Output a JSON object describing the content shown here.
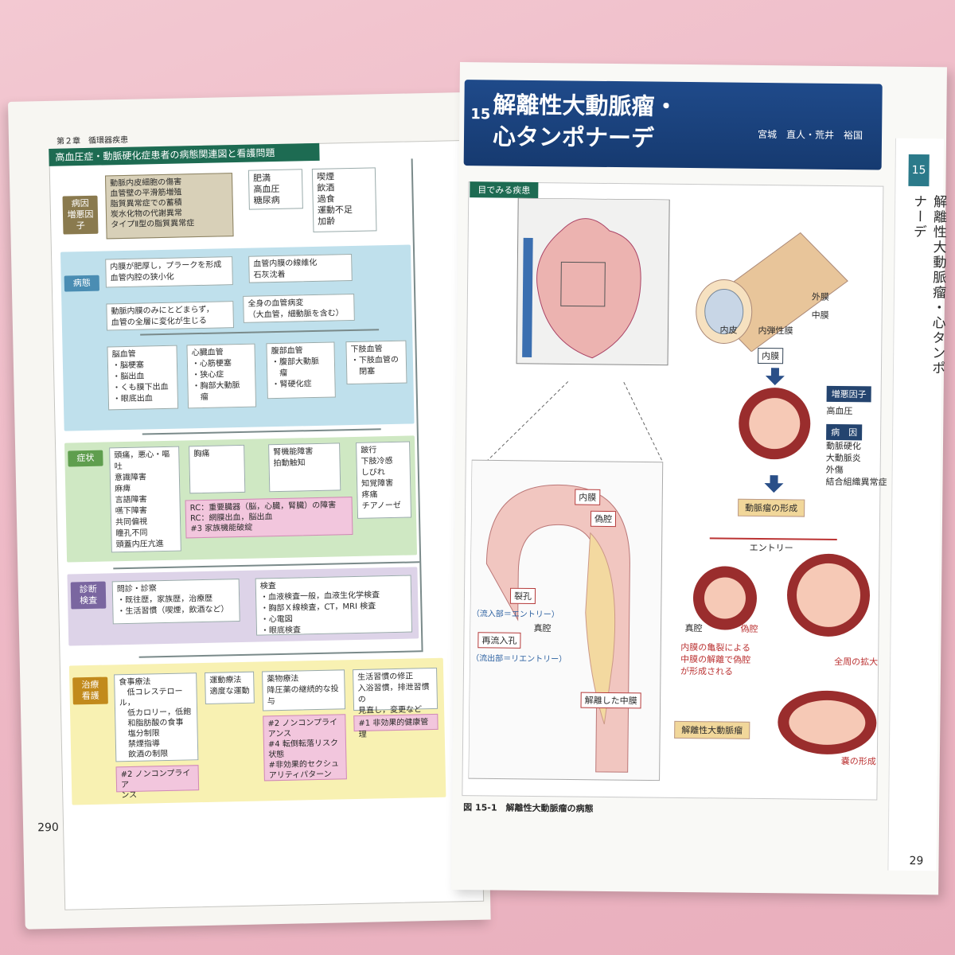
{
  "left_page": {
    "chapter": "第２章　循環器疾患",
    "title": "高血圧症・動脈硬化症患者の病態関連図と看護問題",
    "page_number": "290",
    "categories": {
      "cause": "病因\n増悪因子",
      "pathology": "病態",
      "symptoms": "症状",
      "diagnosis": "診断\n検査",
      "treatment": "治療\n看護"
    },
    "causes": {
      "box1": "動脈内皮細胞の傷害\n血管壁の平滑筋増殖\n脂質異常症での蓄積\n炭水化物の代謝異常\nタイプⅡ型の脂質異常症",
      "box2": "肥満\n高血圧\n糖尿病",
      "box3": "喫煙\n飲酒\n過食\n運動不足\n加齢"
    },
    "pathology": {
      "p1": "内膜が肥厚し，プラークを形成\n血管内腔の狭小化",
      "p2": "血管内膜の線維化\n石灰沈着",
      "p3": "動脈内膜のみにとどまらず，\n血管の全層に変化が生じる",
      "p4": "全身の血管病変\n（大血管，細動脈を含む）",
      "v1": "脳血管\n・脳梗塞\n・脳出血\n・くも膜下出血\n・眼底出血",
      "v2": "心臓血管\n・心筋梗塞\n・狭心症\n・胸部大動脈\n　瘤",
      "v3": "腹部血管\n・腹部大動脈\n　瘤\n・腎硬化症",
      "v4": "下肢血管\n・下肢血管の\n　閉塞"
    },
    "symptoms": {
      "s1": "頭痛，悪心・嘔吐\n意識障害\n麻痺\n言語障害\n嚥下障害\n共同偏視\n瞳孔不同\n頭蓋内圧亢進",
      "s2": "胸痛",
      "s3": "腎機能障害\n拍動触知",
      "s4": "跛行\n下肢冷感\nしびれ\n知覚障害\n疼痛\nチアノーゼ",
      "rc": "RC：重要臓器（脳，心臓，腎臓）の障害\nRC：網膜出血，脳出血\n#3 家族機能破綻"
    },
    "diagnosis": {
      "d1": "問診・診察\n・既往歴，家族歴，治療歴\n・生活習慣（喫煙，飲酒など）",
      "d2": "検査\n・血液検査一般，血液生化学検査\n・胸部Ｘ線検査，CT，MRI 検査\n・心電図\n・眼底検査"
    },
    "treatment": {
      "t1": "食事療法\n　低コレステロール，\n　低カロリー，低飽\n　和脂肪酸の食事\n　塩分制限\n　禁煙指導\n　飲酒の制限",
      "t1_np": "#2 ノンコンプライア\nンス",
      "t2": "運動療法\n適度な運動",
      "t3": "薬物療法\n降圧薬の継続的な投\n与",
      "t3_np": "#2 ノンコンプライ\nアンス\n#4 転倒転落リスク\n状態\n#非効果的セクシュ\nアリティパターン",
      "t4": "生活習慣の修正\n入浴習慣，排泄習慣の\n見直し，変更など",
      "t4_np": "#1 非効果的健康管理"
    }
  },
  "right_page": {
    "number": "15",
    "title_line1": "解離性大動脈瘤・",
    "title_line2": "心タンポナーデ",
    "authors": "宮城　直人・荒井　裕国",
    "section_tab": "目でみる疾患",
    "side_number": "15",
    "side_title": "解離性大動脈瘤・心タンポナーデ",
    "labels": {
      "adventitia": "外膜",
      "media": "中膜",
      "intima_small": "内皮",
      "elastic": "内弾性膜",
      "intima_box": "内膜",
      "aggravating": "増悪因子",
      "aggravating_val": "高血圧",
      "cause": "病　因",
      "cause_val": "動脈硬化\n大動脈炎\n外傷\n結合組織異常症",
      "formation": "動脈瘤の形成",
      "entry": "エントリー",
      "true_lumen_r": "真腔",
      "false_lumen_r": "偽腔",
      "desc": "内膜の亀裂による\n中膜の解離で偽腔\nが形成される",
      "whole": "全周の拡大",
      "sac": "嚢の形成",
      "dissecting": "解離性大動脈瘤",
      "intima_top": "内膜",
      "false_top": "偽腔",
      "tear": "裂孔",
      "inflow": "（流入部＝エントリー）",
      "true_lumen": "真腔",
      "reentry": "再流入孔",
      "outflow": "（流出部＝リエントリー）",
      "dissected": "解離した中膜"
    },
    "caption": "図 15-1　解離性大動脈瘤の病態",
    "page_number": "29"
  }
}
